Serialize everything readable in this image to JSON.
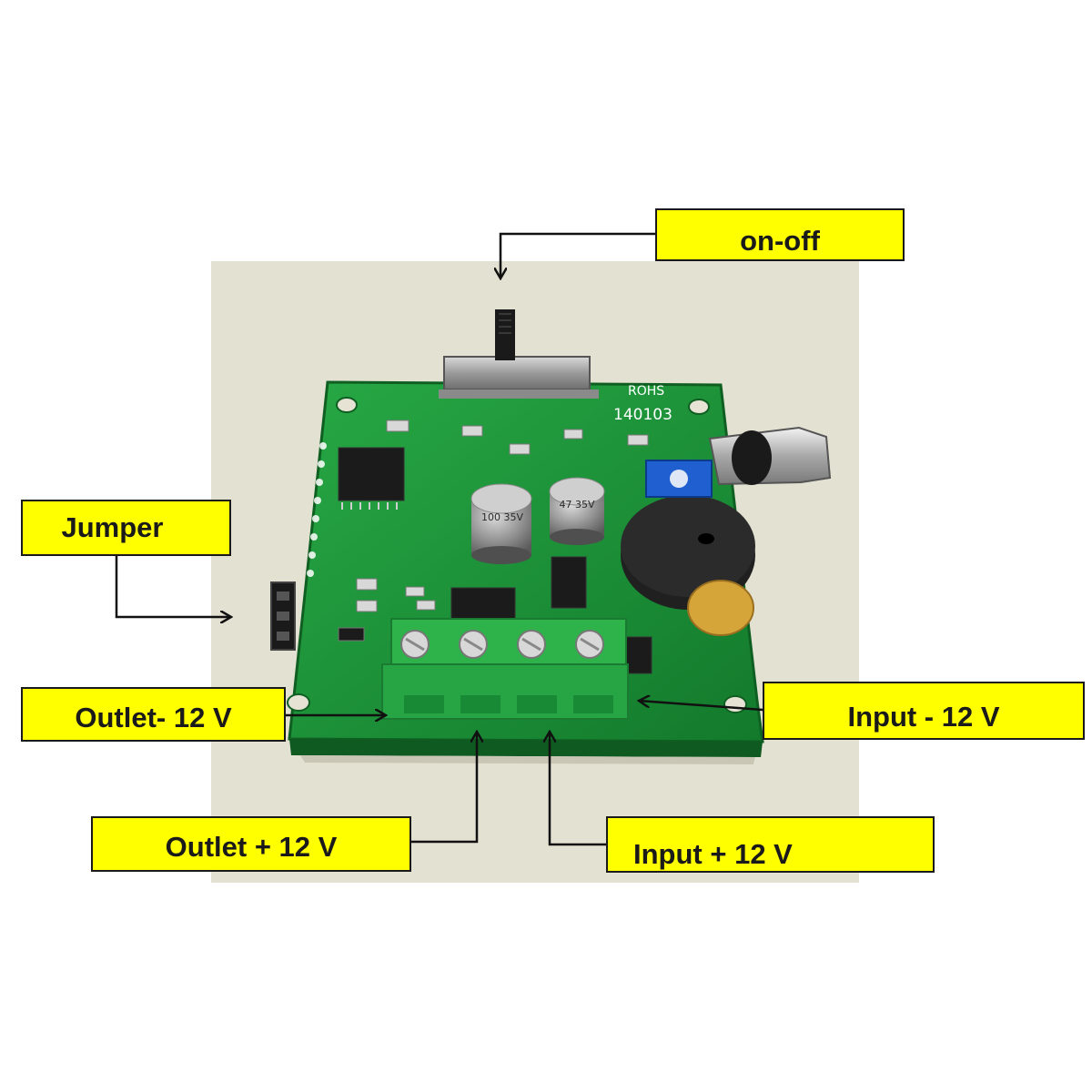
{
  "labels": {
    "on_off": "on-off",
    "jumper": "Jumper",
    "outlet_negative": "Outlet- 12 V",
    "input_negative": "Input - 12 V",
    "outlet_positive": "Outlet + 12 V",
    "input_positive": "Input + 12 V"
  },
  "board_markings": {
    "rohs": "ROHS",
    "date_code": "140103",
    "cap1": "100 35V",
    "cap2": "47 35V"
  },
  "colors": {
    "label_fill": "#ffff00",
    "pcb_green": "#1f9a3a",
    "terminal_green": "#2db34a",
    "background_photo": "#e9e7d9"
  }
}
